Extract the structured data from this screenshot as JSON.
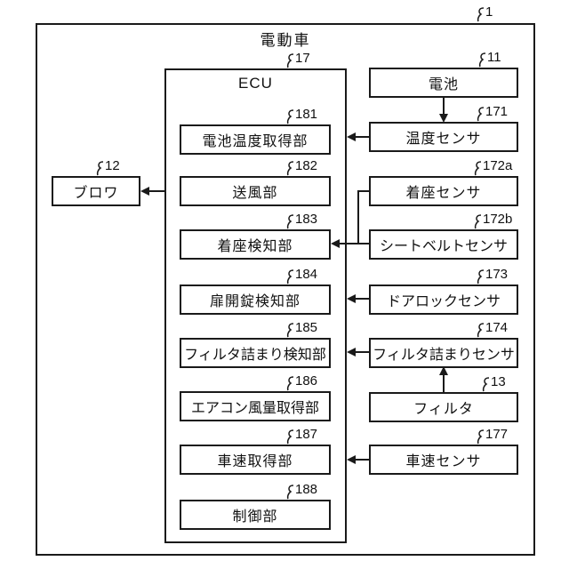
{
  "figure": {
    "system": {
      "label": "電動車",
      "ref": "1"
    },
    "ecu": {
      "label": "ECU",
      "ref": "17"
    },
    "ecu_blocks": [
      {
        "ref": "181",
        "label": "電池温度取得部"
      },
      {
        "ref": "182",
        "label": "送風部"
      },
      {
        "ref": "183",
        "label": "着座検知部"
      },
      {
        "ref": "184",
        "label": "扉開錠検知部"
      },
      {
        "ref": "185",
        "label": "フィルタ詰まり検知部"
      },
      {
        "ref": "186",
        "label": "エアコン風量取得部"
      },
      {
        "ref": "187",
        "label": "車速取得部"
      },
      {
        "ref": "188",
        "label": "制御部"
      }
    ],
    "blower": {
      "ref": "12",
      "label": "ブロワ"
    },
    "right_blocks": [
      {
        "ref": "11",
        "label": "電池"
      },
      {
        "ref": "171",
        "label": "温度センサ"
      },
      {
        "ref": "172a",
        "label": "着座センサ"
      },
      {
        "ref": "172b",
        "label": "シートベルトセンサ"
      },
      {
        "ref": "173",
        "label": "ドアロックセンサ"
      },
      {
        "ref": "174",
        "label": "フィルタ詰まりセンサ"
      },
      {
        "ref": "13",
        "label": "フィルタ"
      },
      {
        "ref": "177",
        "label": "車速センサ"
      }
    ],
    "colors": {
      "line": "#1a1a1a",
      "background": "#ffffff",
      "text": "#111111"
    }
  }
}
